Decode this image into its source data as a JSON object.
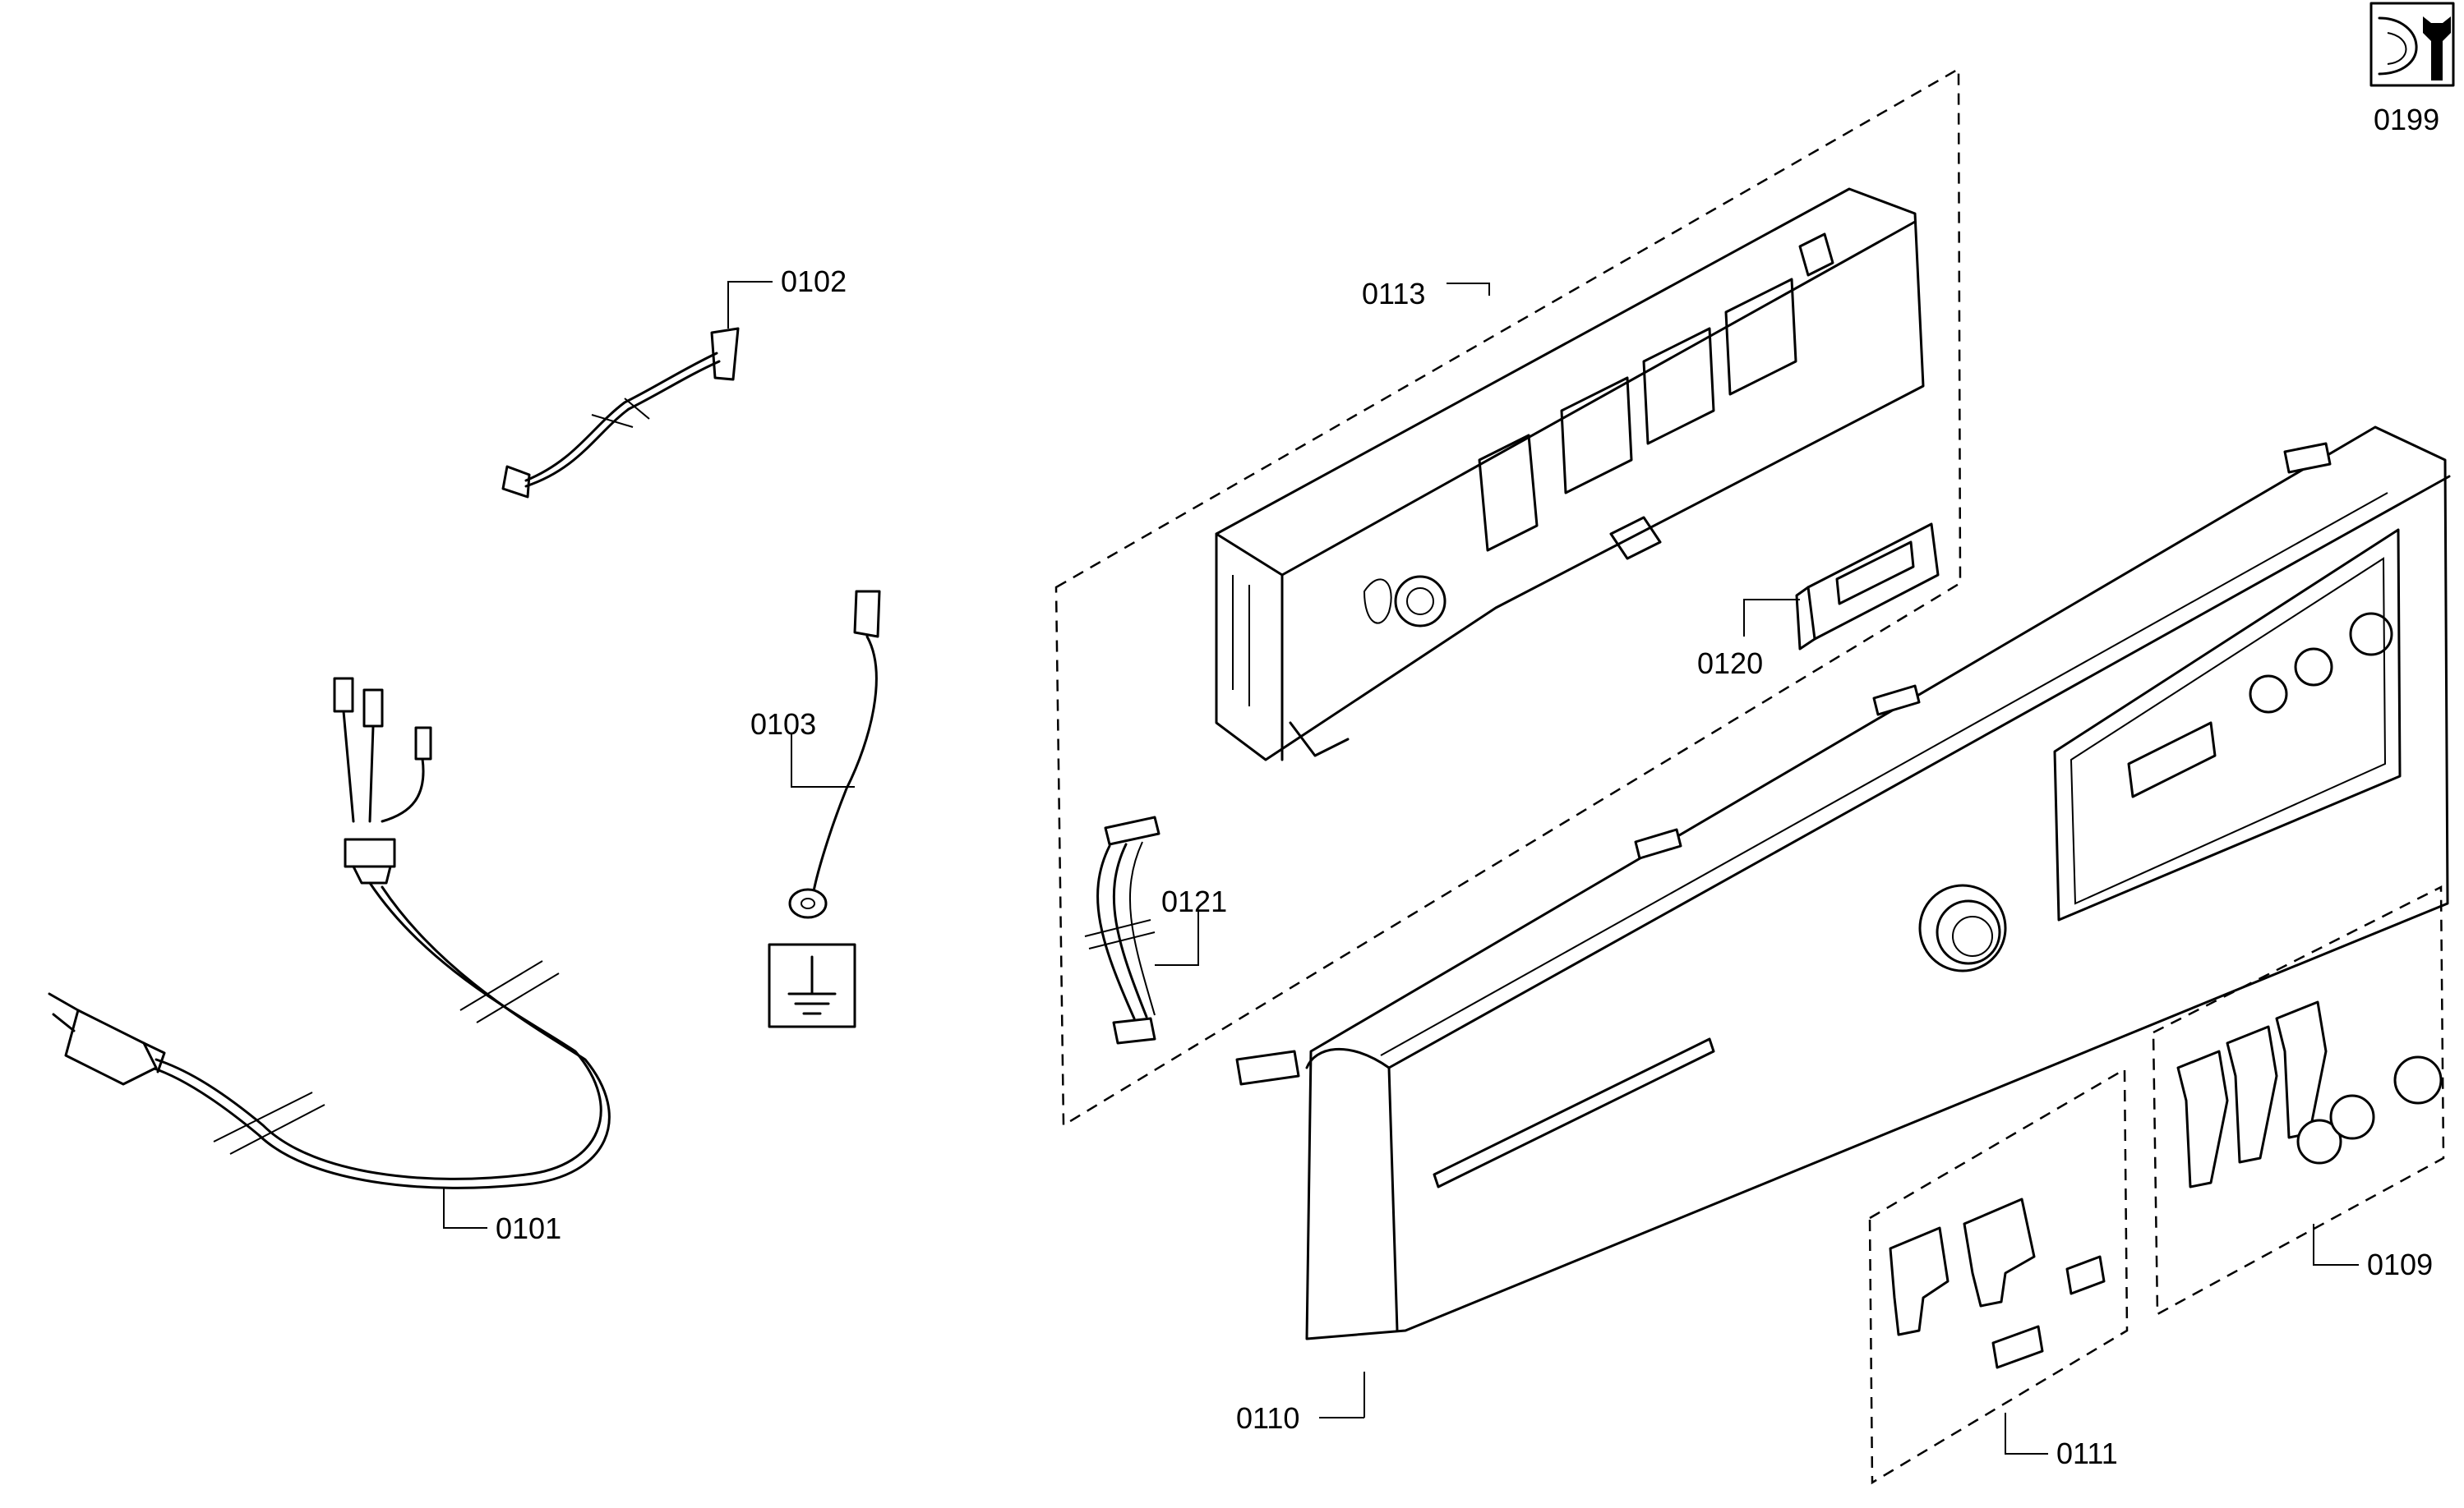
{
  "callouts": {
    "c0101": "0101",
    "c0102": "0102",
    "c0103": "0103",
    "c0109": "0109",
    "c0110": "0110",
    "c0111": "0111",
    "c0113": "0113",
    "c0120": "0120",
    "c0121": "0121",
    "c0199": "0199"
  },
  "icons": {
    "service_icon": "wrench-drum-icon",
    "ground_icon": "ground-symbol-icon"
  }
}
